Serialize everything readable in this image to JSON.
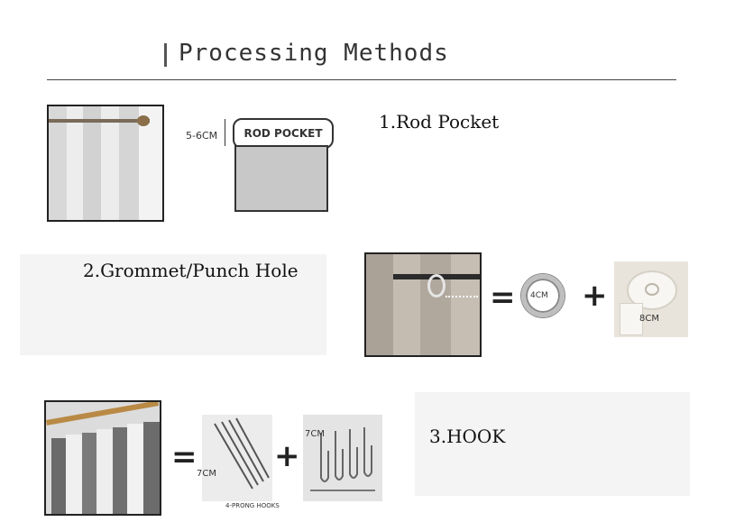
{
  "header": {
    "title": "Processing Methods"
  },
  "methods": [
    {
      "label": "1.Rod Pocket"
    },
    {
      "label": "2.Grommet/Punch Hole"
    },
    {
      "label": "3.HOOK"
    }
  ],
  "rod_pocket": {
    "size": "5-6CM",
    "pocket_text": "ROD POCKET"
  },
  "grommet": {
    "ring_size": "4CM",
    "tape_size": "8CM",
    "equals": "=",
    "plus": "+"
  },
  "hook": {
    "width": "7CM",
    "height": "7CM",
    "caption": "4-PRONG HOOKS",
    "equals": "=",
    "plus": "+"
  }
}
